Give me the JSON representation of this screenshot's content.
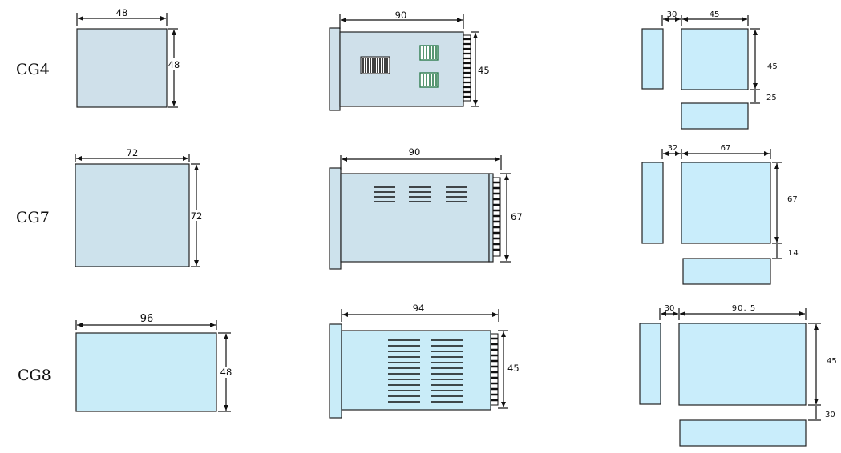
{
  "colors": {
    "cg4_fill": "#cfe0ea",
    "cg7_fill": "#cde2ec",
    "cg8_fill": "#c9ecf8",
    "panel_fill": "#c9edfb",
    "stroke": "#222222",
    "vent_green": "#2e7d4f"
  },
  "rows": [
    {
      "model": "CG4",
      "front": {
        "width": "48",
        "height": "48"
      },
      "side": {
        "length": "90",
        "height": "45"
      },
      "cutout": {
        "side_w": "30",
        "main_w": "45",
        "main_h": "45",
        "gap": "25"
      }
    },
    {
      "model": "CG7",
      "front": {
        "width": "72",
        "height": "72"
      },
      "side": {
        "length": "90",
        "height": "67"
      },
      "cutout": {
        "side_w": "32",
        "main_w": "67",
        "main_h": "67",
        "gap": "14"
      }
    },
    {
      "model": "CG8",
      "front": {
        "width": "96",
        "height": "48"
      },
      "side": {
        "length": "94",
        "height": "45"
      },
      "cutout": {
        "side_w": "30",
        "main_w": "90. 5",
        "main_h": "45",
        "gap": "30"
      }
    }
  ]
}
